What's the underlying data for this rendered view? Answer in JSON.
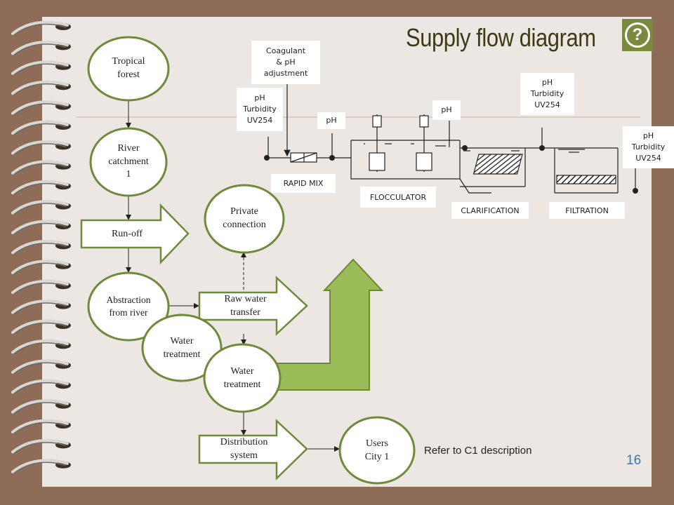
{
  "slide": {
    "title": "Supply flow diagram",
    "page_number": "16",
    "help_icon": "?",
    "reference_note": "Refer to C1 description"
  },
  "flow": {
    "tropical_forest": "Tropical\nforest",
    "river_catchment": "River\ncatchment\n1",
    "run_off": "Run-off",
    "abstraction": "Abstraction\nfrom river",
    "water_treatment_left": "Water\ntreatment",
    "raw_water_transfer": "Raw water\ntransfer",
    "private_connection": "Private\nconnection",
    "water_treatment_center": "Water\ntreatment",
    "distribution_system": "Distribution\nsystem",
    "users": "Users\nCity 1"
  },
  "process": {
    "coagulant": "Coagulant\n& pH\nadjustment",
    "params_1": "pH\nTurbidity\nUV254",
    "ph_1": "pH",
    "ph_2": "pH",
    "params_2": "pH\nTurbidity\nUV254",
    "params_3": "pH\nTurbidity\nUV254",
    "rapid_mix": "RAPID MIX",
    "flocculator": "FLOCCULATOR",
    "clarification": "CLARIFICATION",
    "filtration": "FILTRATION"
  },
  "colors": {
    "node_stroke": "#6e8a3a",
    "big_arrow_fill": "#9bbb59",
    "big_arrow_stroke": "#6a8a35",
    "background": "#8f6c57",
    "slide": "#ece7e3"
  }
}
